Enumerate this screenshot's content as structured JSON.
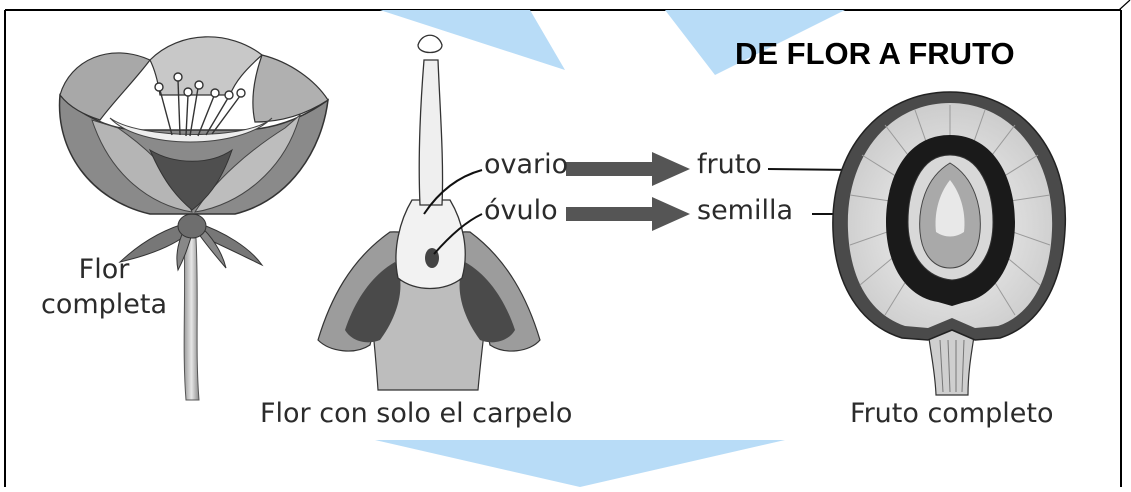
{
  "title": "DE FLOR A FRUTO",
  "labels": {
    "flor_completa_line1": "Flor",
    "flor_completa_line2": "completa",
    "flor_carpelo": "Flor con solo el carpelo",
    "fruto_completo": "Fruto completo",
    "ovario": "ovario",
    "ovulo": "óvulo",
    "fruto": "fruto",
    "semilla": "semilla"
  },
  "colors": {
    "frame": "#000000",
    "watermark": "#b8dcf7",
    "ink": "#2b2b2b",
    "petal_dark": "#5f5f5f",
    "petal_light": "#c4c4c4",
    "pulp": "#e4e4e4"
  }
}
